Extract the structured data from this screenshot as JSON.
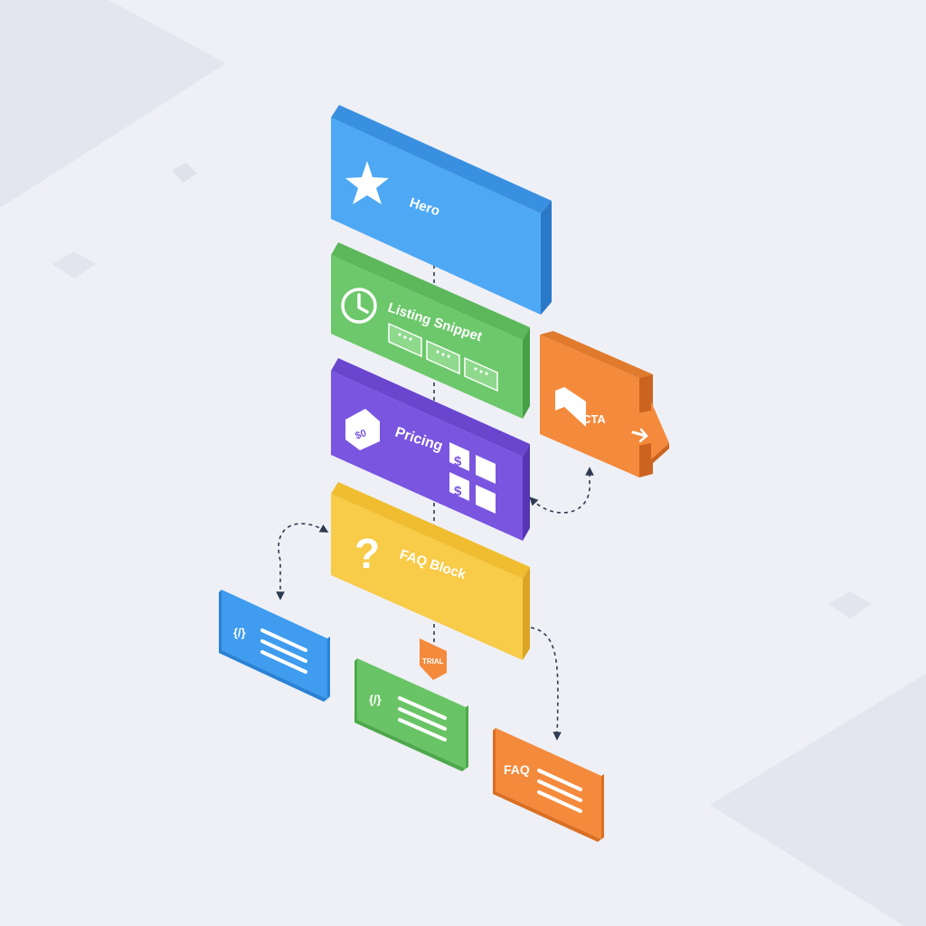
{
  "blocks": {
    "hero": {
      "label": "Hero",
      "color": "#4ea8f4"
    },
    "listing": {
      "label": "Listing Snippet",
      "color": "#6cc86a"
    },
    "pricing": {
      "label": "Pricing",
      "color": "#7a55e0"
    },
    "faq": {
      "label": "FAQ Block",
      "color": "#f8cb48"
    },
    "cta": {
      "label": "CTA",
      "color": "#f48a3c"
    }
  },
  "snippets": {
    "blue": {
      "code_glyph": "{/}",
      "color": "#3f9cef"
    },
    "green": {
      "code_glyph": "{/}",
      "color": "#69c465"
    },
    "orange": {
      "label": "FAQ",
      "color": "#f48a3c"
    }
  },
  "tag": {
    "label": "TRIAL"
  },
  "pricing_tag_text": "$0",
  "dollar_symbol": "$",
  "icons": [
    "star-icon",
    "clock-icon",
    "price-tag-icon",
    "question-icon",
    "megaphone-icon",
    "arrow-right-icon",
    "code-icon",
    "lines-icon"
  ]
}
